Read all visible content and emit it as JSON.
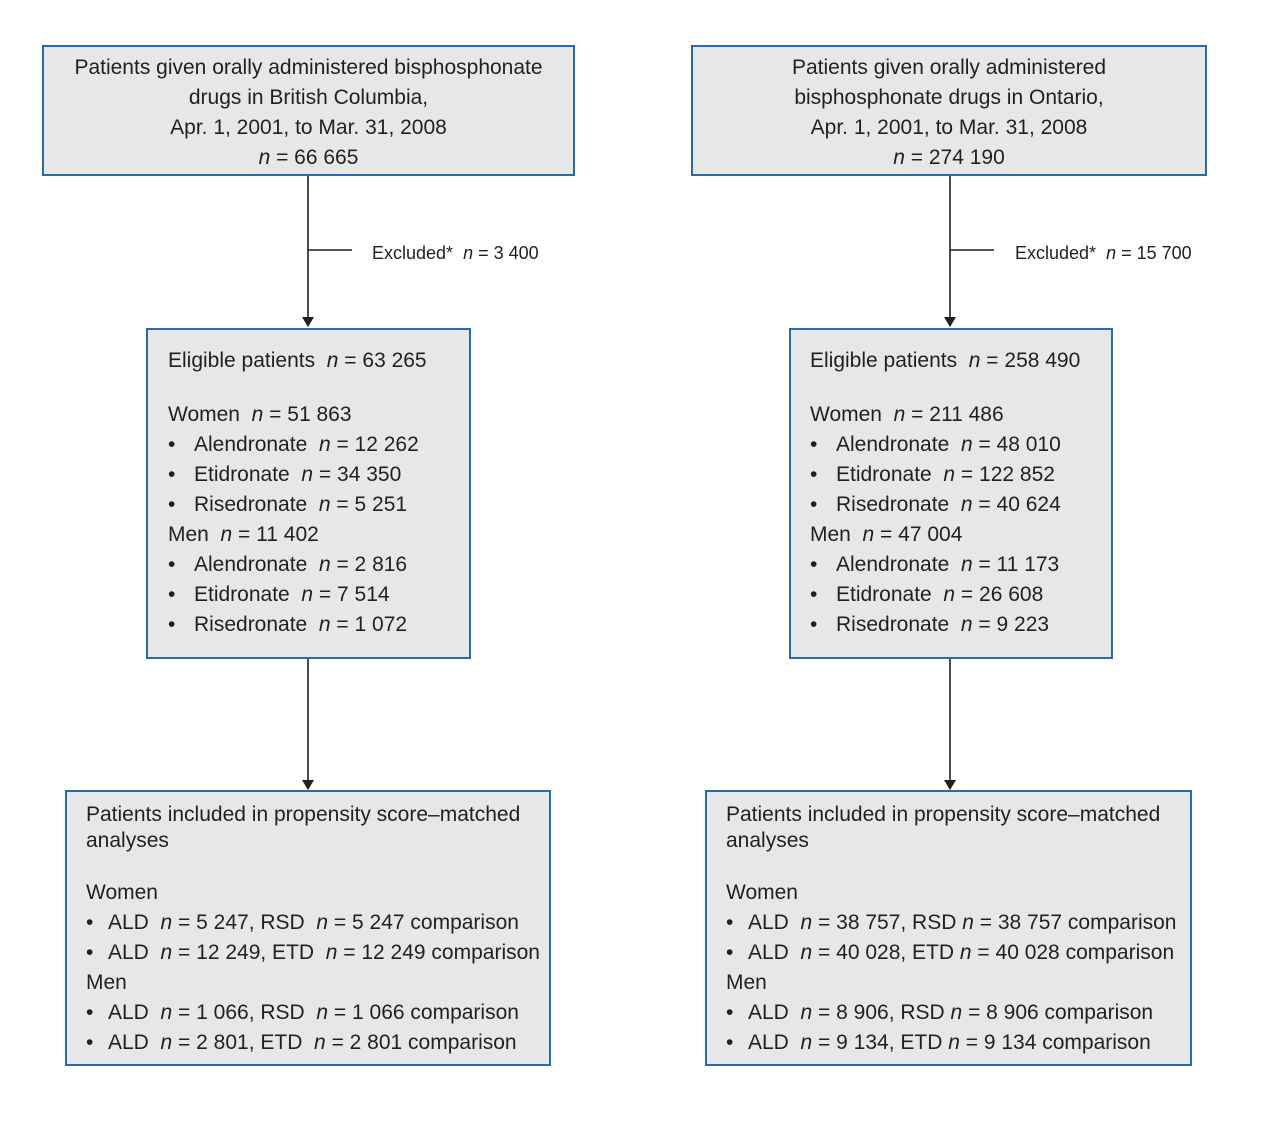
{
  "left": {
    "top_box": {
      "lines": [
        "Patients given orally administered bisphosphonate",
        "drugs in British Columbia,",
        "Apr. 1, 2001, to Mar. 31, 2008"
      ],
      "n_label": "n",
      "n_rest": " = 66 665"
    },
    "excluded": {
      "label": "Excluded*",
      "n_label": "n",
      "n_rest": " = 3 400"
    },
    "eligible": {
      "title": "Eligible patients",
      "title_n": "n",
      "title_rest": " = 63 265",
      "groups": [
        {
          "name": "Women",
          "n": "n",
          "rest": " = 51 863",
          "items": [
            {
              "drug": "Alendronate",
              "n": "n",
              "rest": " = 12 262"
            },
            {
              "drug": "Etidronate",
              "n": "n",
              "rest": " = 34 350"
            },
            {
              "drug": "Risedronate",
              "n": "n",
              "rest": " = 5 251"
            }
          ]
        },
        {
          "name": "Men",
          "n": "n",
          "rest": " = 11 402",
          "items": [
            {
              "drug": "Alendronate",
              "n": "n",
              "rest": " = 2 816"
            },
            {
              "drug": "Etidronate",
              "n": "n",
              "rest": " = 7 514"
            },
            {
              "drug": "Risedronate",
              "n": "n",
              "rest": " = 1 072"
            }
          ]
        }
      ]
    },
    "matched": {
      "title_lines": [
        "Patients included in propensity score–matched",
        "analyses"
      ],
      "groups": [
        {
          "name": "Women",
          "items": [
            {
              "a": "ALD",
              "an": "n",
              "arest": " = 5 247, RSD",
              "bn": "n",
              "brest": " = 5 247 comparison"
            },
            {
              "a": "ALD",
              "an": "n",
              "arest": " = 12 249, ETD",
              "bn": "n",
              "brest": " = 12 249 comparison"
            }
          ]
        },
        {
          "name": "Men",
          "items": [
            {
              "a": "ALD",
              "an": "n",
              "arest": " = 1 066, RSD",
              "bn": "n",
              "brest": " = 1 066 comparison"
            },
            {
              "a": "ALD",
              "an": "n",
              "arest": " = 2 801, ETD",
              "bn": "n",
              "brest": " = 2 801 comparison"
            }
          ]
        }
      ]
    }
  },
  "right": {
    "top_box": {
      "lines": [
        "Patients given orally administered",
        "bisphosphonate drugs in Ontario,",
        "Apr. 1, 2001, to Mar. 31, 2008"
      ],
      "n_label": "n",
      "n_rest": " = 274 190"
    },
    "excluded": {
      "label": "Excluded*",
      "n_label": "n",
      "n_rest": " = 15 700"
    },
    "eligible": {
      "title": "Eligible patients",
      "title_n": "n",
      "title_rest": " = 258 490",
      "groups": [
        {
          "name": "Women",
          "n": "n",
          "rest": " = 211 486",
          "items": [
            {
              "drug": "Alendronate",
              "n": "n",
              "rest": " = 48 010"
            },
            {
              "drug": "Etidronate",
              "n": "n",
              "rest": " = 122 852"
            },
            {
              "drug": "Risedronate",
              "n": "n",
              "rest": " = 40 624"
            }
          ]
        },
        {
          "name": "Men",
          "n": "n",
          "rest": " = 47 004",
          "items": [
            {
              "drug": "Alendronate",
              "n": "n",
              "rest": " = 11 173"
            },
            {
              "drug": "Etidronate",
              "n": "n",
              "rest": " = 26 608"
            },
            {
              "drug": "Risedronate",
              "n": "n",
              "rest": " = 9 223"
            }
          ]
        }
      ]
    },
    "matched": {
      "title_lines": [
        "Patients included in propensity score–matched",
        "analyses"
      ],
      "groups": [
        {
          "name": "Women",
          "items": [
            {
              "a": "ALD",
              "an": "n",
              "arest": " = 38 757, RSD ",
              "bn": "n",
              "brest": " = 38 757 comparison"
            },
            {
              "a": "ALD",
              "an": "n",
              "arest": " = 40 028, ETD ",
              "bn": "n",
              "brest": " = 40 028 comparison"
            }
          ]
        },
        {
          "name": "Men",
          "items": [
            {
              "a": "ALD",
              "an": "n",
              "arest": " = 8 906, RSD ",
              "bn": "n",
              "brest": " = 8 906 comparison"
            },
            {
              "a": "ALD",
              "an": "n",
              "arest": " = 9 134, ETD ",
              "bn": "n",
              "brest": " = 9 134 comparison"
            }
          ]
        }
      ]
    }
  }
}
